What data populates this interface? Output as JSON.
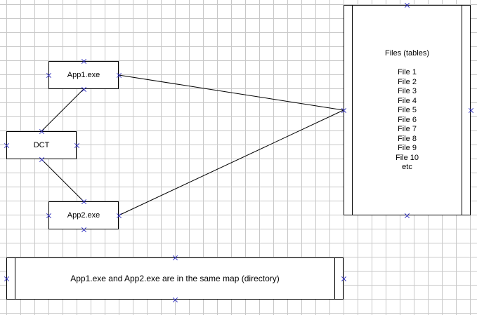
{
  "diagram": {
    "nodes": {
      "app1": {
        "label": "App1.exe"
      },
      "app2": {
        "label": "App2.exe"
      },
      "dct": {
        "label": "DCT"
      },
      "files": {
        "title": "Files (tables)",
        "items": [
          "File 1",
          "File 2",
          "File 3",
          "File 4",
          "File 5",
          "File 6",
          "File 7",
          "File 8",
          "File 9",
          "File 10",
          "etc"
        ]
      },
      "note": {
        "label": "App1.exe and App2.exe are in the same map (directory)"
      }
    },
    "edges": [
      {
        "from": "app1",
        "to": "files"
      },
      {
        "from": "app2",
        "to": "files"
      },
      {
        "from": "app1",
        "to": "dct"
      },
      {
        "from": "app2",
        "to": "dct"
      }
    ],
    "colors": {
      "line": "#000000",
      "grid": "#c8c8c8",
      "handle": "#3030c0"
    }
  }
}
